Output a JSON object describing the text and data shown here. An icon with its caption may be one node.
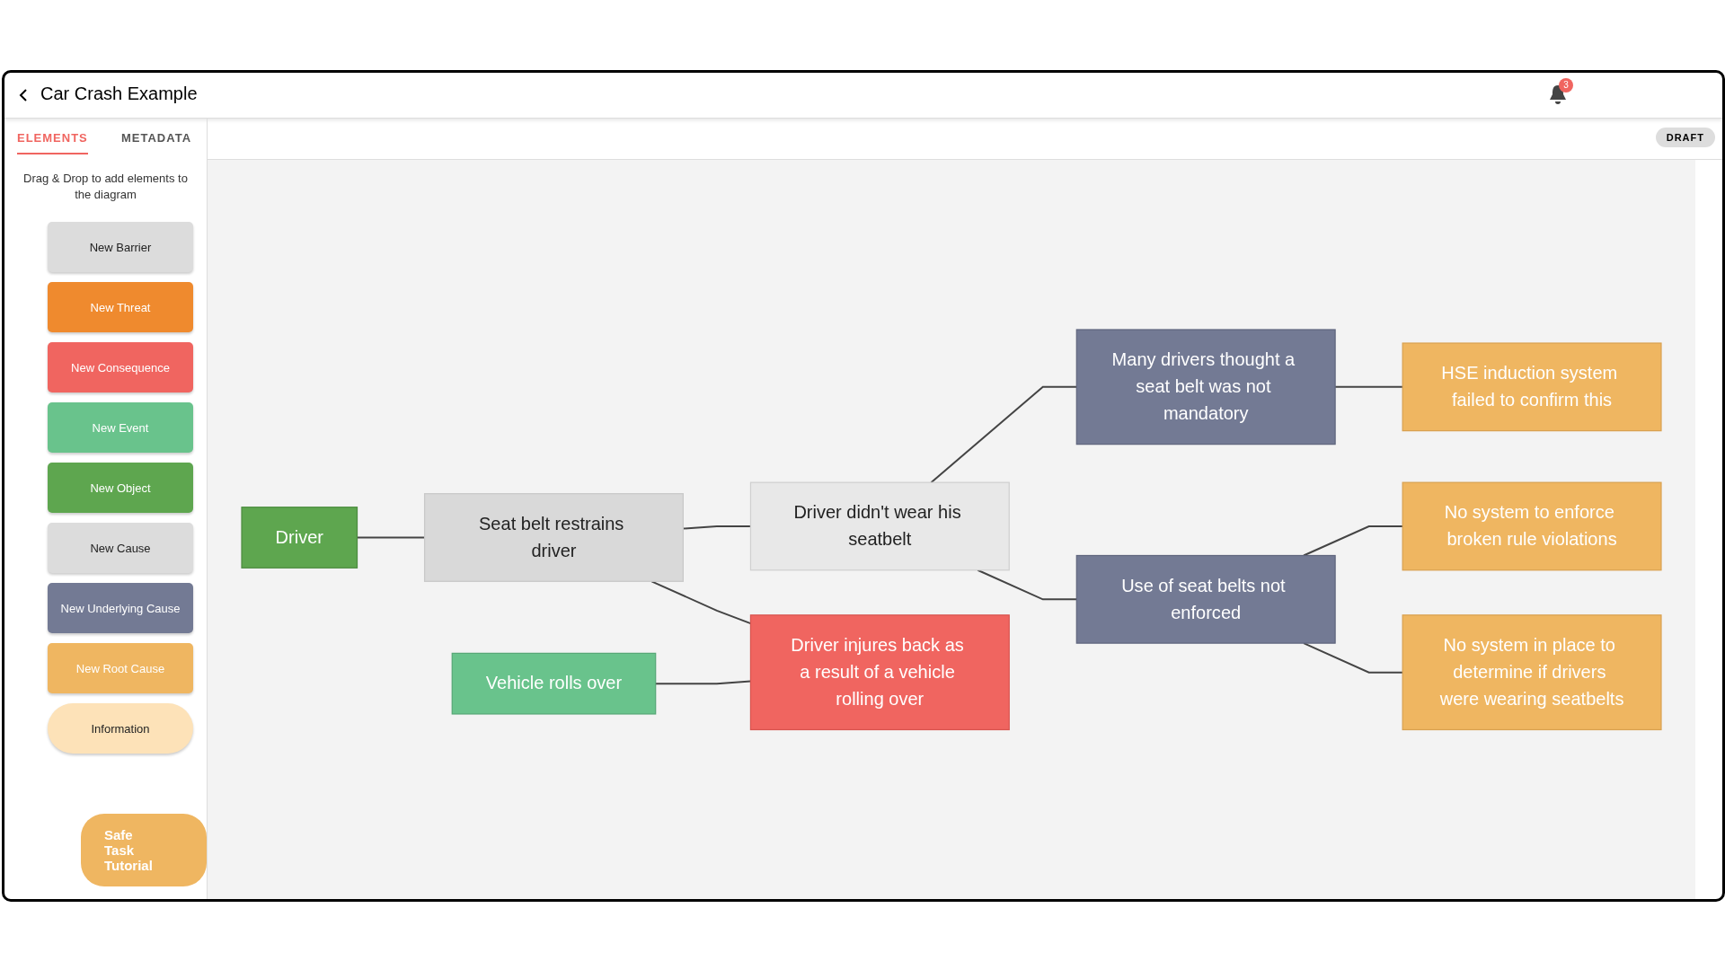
{
  "diagram": {
    "title": "Car Crash Example",
    "nodes": [
      {
        "text": [
          "Driver"
        ]
      },
      {
        "text": [
          "Seat belt restrains driver"
        ]
      },
      {
        "text": [
          "Driver didn't wear his seatbelt"
        ]
      },
      {
        "text": [
          "Many drivers thought a seat belt was not mandatory"
        ]
      },
      {
        "text": [
          "Use of seat belts not enforced"
        ]
      },
      {
        "text": [
          "HSE induction system failed to confirm this"
        ]
      },
      {
        "text": [
          "No system to enforce broken rule violations"
        ]
      },
      {
        "text": [
          "No system in place to determine if drivers were wearing seatbelts"
        ]
      },
      {
        "text": [
          "Vehicle rolls over"
        ]
      },
      {
        "text": [
          "Driver injures back as a result of a vehicle rolling over"
        ]
      }
    ],
    "edges": [
      {
        "from": 0,
        "to": 1,
        "arrow": "none"
      },
      {
        "from": 1,
        "to": 9,
        "arrow": "none"
      },
      {
        "from": 1,
        "to": 2,
        "arrow": "none"
      },
      {
        "from": 2,
        "to": 3,
        "arrow": "none"
      },
      {
        "from": 2,
        "to": 4,
        "arrow": "none"
      },
      {
        "from": 3,
        "to": 5,
        "arrow": "none"
      },
      {
        "from": 4,
        "to": 6,
        "arrow": "none"
      },
      {
        "from": 4,
        "to": 7,
        "arrow": "none"
      },
      {
        "from": 8,
        "to": 9,
        "arrow": "none"
      }
    ],
    "labels": [
      "3",
      "ELEMENTS",
      "METADATA",
      "Drag & Drop to add elements to the diagram",
      "New Barrier",
      "New Threat",
      "New Consequence",
      "New Event",
      "New Object",
      "New Cause",
      "New Underlying Cause",
      "New Root Cause",
      "Information",
      "DRAFT",
      "Safe Task Tutorial"
    ]
  }
}
